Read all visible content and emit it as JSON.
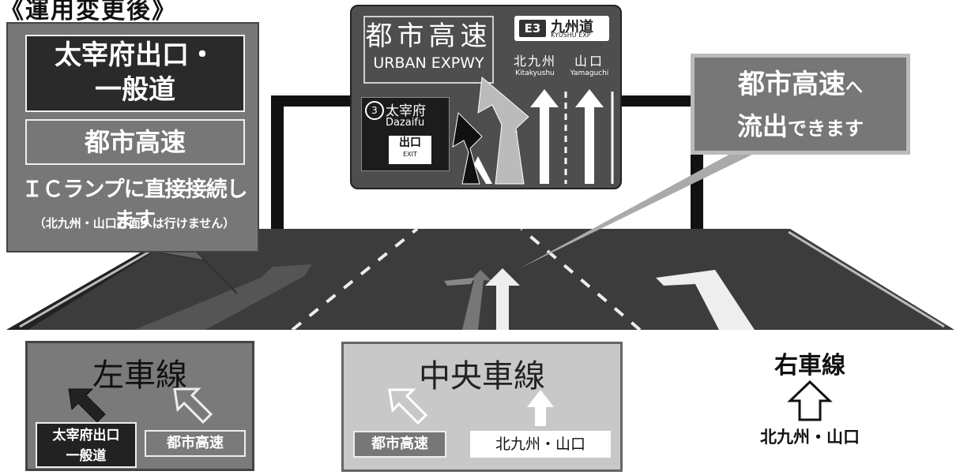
{
  "caption": "《運用変更後》",
  "sign": {
    "urban_jp": "都市高速",
    "urban_en": "URBAN EXPWY",
    "e3_badge": "E3",
    "e3_name": "九州道",
    "e3_en": "KYUSHU EXP",
    "dest1_jp": "北九州",
    "dest1_en": "Kitakyushu",
    "dest2_jp": "山口",
    "dest2_en": "Yamaguchi",
    "route_num": "3",
    "dazaifu_jp": "太宰府",
    "dazaifu_en": "Dazaifu",
    "exit_jp": "出口",
    "exit_en": "EXIT"
  },
  "callout_left": {
    "dark_line1": "太宰府出口・",
    "dark_line2": "一般道",
    "box": "都市高速",
    "line3": "ＩＣランプに直接接続します",
    "line4": "（北九州・山口方面へは行けません）"
  },
  "callout_right": {
    "line1_main": "都市高速",
    "line1_small": "へ",
    "line2_main": "流出",
    "line2_small": "できます"
  },
  "lane_left": {
    "title": "左車線",
    "dark_box_line1": "太宰府出口",
    "dark_box_line2": "一般道",
    "urban_box": "都市高速"
  },
  "lane_center": {
    "title": "中央車線",
    "urban_box": "都市高速",
    "dest_box": "北九州・山口"
  },
  "lane_right": {
    "title": "右車線",
    "dest": "北九州・山口"
  },
  "colors": {
    "road": "#3a3a3a",
    "sign": "#4e4e4e",
    "callout": "#777777",
    "lane_center_bg": "#c8c8c8"
  }
}
